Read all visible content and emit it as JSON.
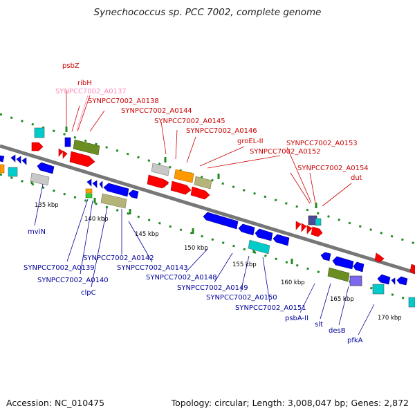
{
  "title": "Synechococcus sp. PCC 7002, complete genome",
  "footer": {
    "accession": "Accession: NC_010475",
    "summary": "Topology: circular; Length: 3,008,047 bp; Genes: 2,872"
  },
  "ticks": [
    "135 kbp",
    "140 kbp",
    "145 kbp",
    "150 kbp",
    "155 kbp",
    "160 kbp",
    "165 kbp",
    "170 kbp"
  ],
  "labels_forward": [
    "psbZ",
    "ribH",
    "SYNPCC7002_A0137",
    "SYNPCC7002_A0138",
    "SYNPCC7002_A0144",
    "SYNPCC7002_A0145",
    "SYNPCC7002_A0146",
    "groEL-II",
    "SYNPCC7002_A0152",
    "SYNPCC7002_A0153",
    "SYNPCC7002_A0154",
    "dut"
  ],
  "labels_reverse": [
    "mviN",
    "SYNPCC7002_A0139",
    "SYNPCC7002_A0140",
    "clpC",
    "SYNPCC7002_A0142",
    "SYNPCC7002_A0143",
    "SYNPCC7002_A0148",
    "SYNPCC7002_A0149",
    "SYNPCC7002_A0150",
    "SYNPCC7002_A0151",
    "psbA-II",
    "slt",
    "desB",
    "pfkA"
  ],
  "colors": {
    "forward_gene": "#ff0000",
    "reverse_gene": "#0000ff",
    "forward_label": "#cc0000",
    "reverse_label": "#000099",
    "pseudo_label": "#ff88bb",
    "backbone": "#808080",
    "tick_mark": "#228b22",
    "cog_gray": "#c0c0c0",
    "cog_orange": "#ff9900",
    "cog_khaki": "#b3b37a",
    "cog_olive": "#6b8e23",
    "cog_cyan": "#00cccc",
    "cog_purple": "#7b68ee"
  }
}
